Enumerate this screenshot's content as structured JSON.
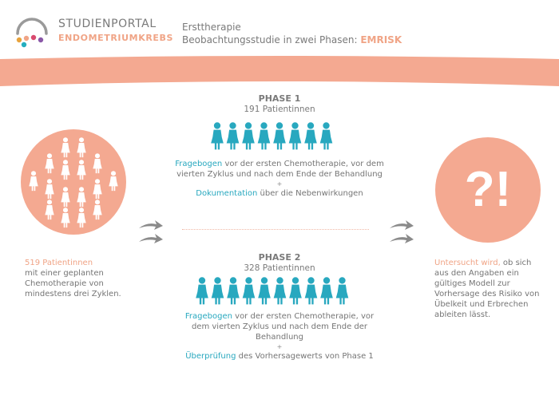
{
  "colors": {
    "accent": "#f4a991",
    "accent_text": "#f0a486",
    "teal": "#28a8bf",
    "text": "#757575",
    "logo_dots": [
      "#e8a33c",
      "#d94a6f",
      "#8a58a8",
      "#25aebf"
    ]
  },
  "header": {
    "logo_title": "STUDIENPORTAL",
    "logo_subtitle": "ENDOMETRIUMKREBS",
    "line1": "Ersttherapie",
    "line2_prefix": "Beobachtungsstudie in zwei Phasen: ",
    "line2_acronym": "EMRISK"
  },
  "left": {
    "count": "519 Patientinnen",
    "text": "mit einer geplanten Chemotherapie von mindestens drei Zyklen.",
    "icon": "female-figures-icon"
  },
  "phase1": {
    "title": "PHASE 1",
    "count": "191 Patientinnen",
    "people_count": 8,
    "line_a_highlight": "Fragebogen",
    "line_a_rest": " vor der ersten Chemotherapie, vor dem vierten Zyklus und nach dem Ende der Behandlung",
    "plus": "+",
    "line_b_highlight": "Dokumentation",
    "line_b_rest": " über die Nebenwirkungen"
  },
  "phase2": {
    "title": "PHASE 2",
    "count": "328 Patientinnen",
    "people_count": 10,
    "line_a_highlight": "Fragebogen",
    "line_a_rest": " vor der ersten Chemotherapie, vor dem vierten Zyklus und nach dem Ende der Behandlung",
    "plus": "+",
    "line_b_highlight": "Überprüfung",
    "line_b_rest": " des Vorhersagewerts von Phase 1"
  },
  "right": {
    "symbol": "?!",
    "highlight": "Untersucht wird,",
    "text": " ob sich aus den Angaben ein gültiges Modell zur Vorhersage des Risiko von Übelkeit und Erbrechen ableiten lässt."
  }
}
